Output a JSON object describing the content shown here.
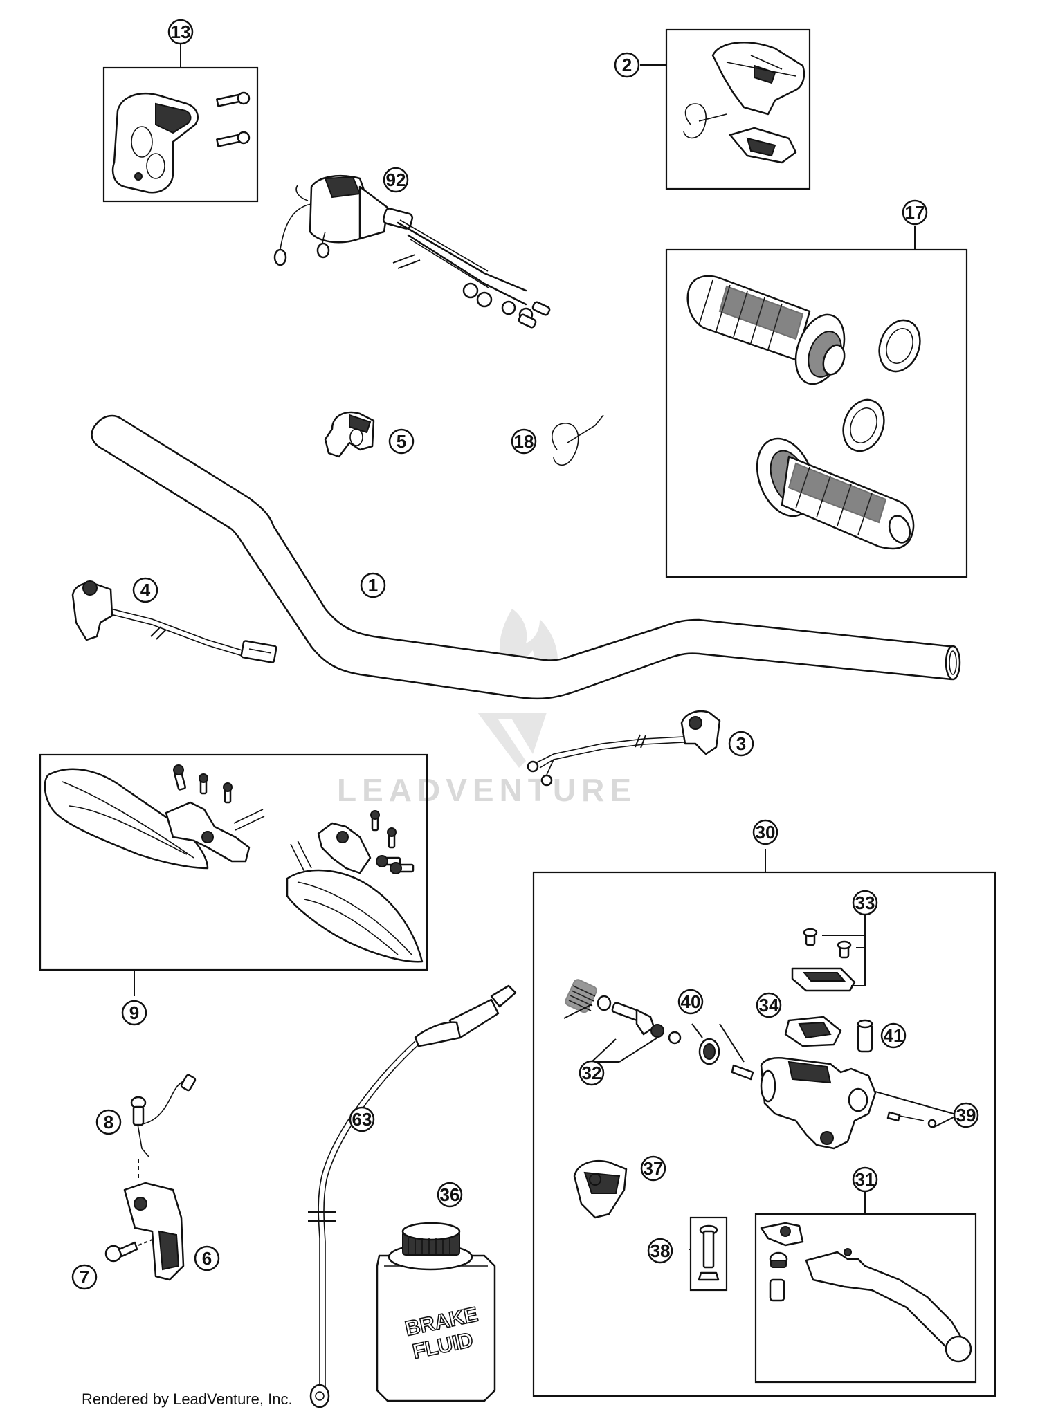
{
  "callouts": {
    "c13": "13",
    "c92": "92",
    "c2": "2",
    "c17": "17",
    "c5": "5",
    "c18": "18",
    "c4": "4",
    "c1": "1",
    "c3": "3",
    "c9": "9",
    "c30": "30",
    "c33": "33",
    "c40": "40",
    "c34": "34",
    "c41": "41",
    "c32": "32",
    "c39": "39",
    "c8": "8",
    "c63": "63",
    "c6": "6",
    "c7": "7",
    "c37": "37",
    "c36": "36",
    "c31": "31",
    "c38": "38"
  },
  "bottle_label": {
    "line1": "BRAKE",
    "line2": "FLUID"
  },
  "watermark": "LEADVENTURE",
  "footer": {
    "credit": "Rendered by LeadVenture, Inc."
  }
}
